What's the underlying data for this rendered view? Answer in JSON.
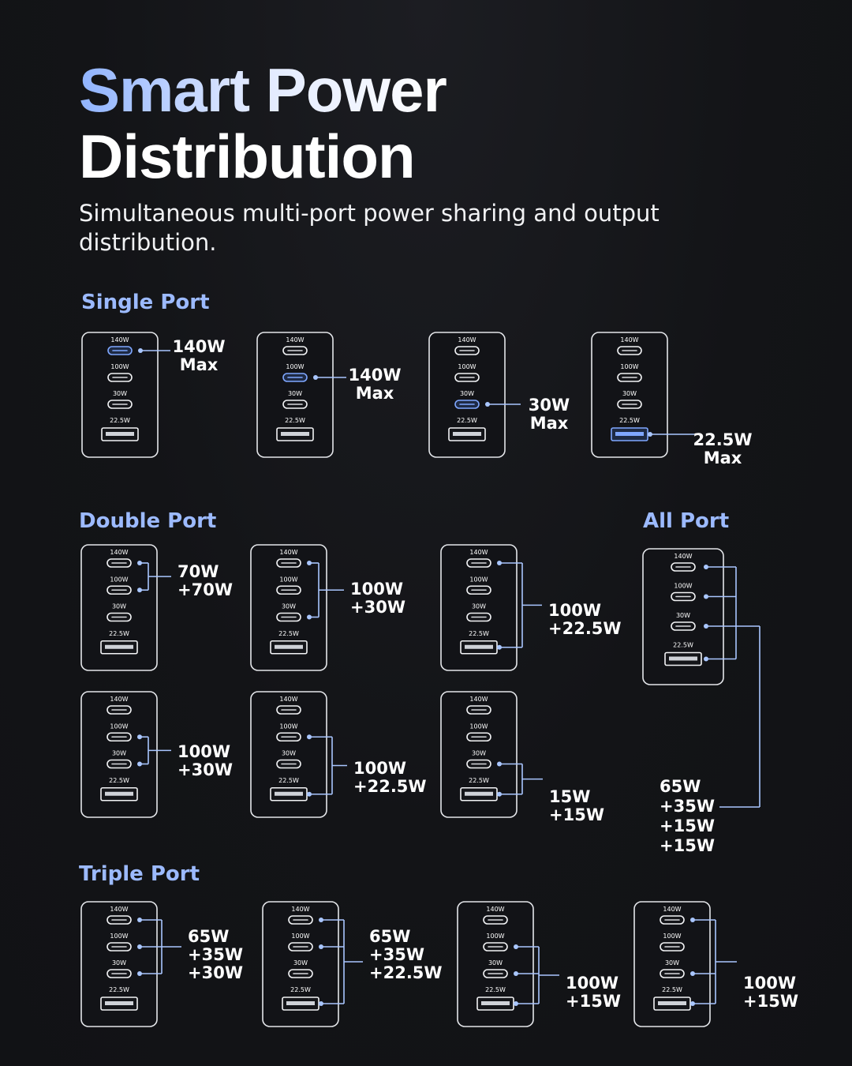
{
  "header": {
    "title_line1": "Smart Power",
    "title_line2": "Distribution",
    "subtitle": "Simultaneous multi-port power sharing and output distribution."
  },
  "sections": {
    "single": "Single Port",
    "double": "Double Port",
    "all": "All Port",
    "triple": "Triple Port"
  },
  "port_labels": [
    "140W",
    "100W",
    "30W",
    "22.5W"
  ],
  "colors": {
    "accent": "#9cbaff",
    "connector": "#a9c6ff",
    "card_border": "#e4e6ea",
    "port_active": "#7fa7ff"
  },
  "configurations": [
    {
      "group": "single",
      "active_ports": [
        0
      ],
      "output": [
        "140W",
        "Max"
      ]
    },
    {
      "group": "single",
      "active_ports": [
        1
      ],
      "output": [
        "140W",
        "Max"
      ]
    },
    {
      "group": "single",
      "active_ports": [
        2
      ],
      "output": [
        "30W",
        "Max"
      ]
    },
    {
      "group": "single",
      "active_ports": [
        3
      ],
      "output": [
        "22.5W",
        "Max"
      ]
    },
    {
      "group": "double",
      "active_ports": [
        0,
        1
      ],
      "output": [
        "70W",
        "+70W"
      ]
    },
    {
      "group": "double",
      "active_ports": [
        0,
        2
      ],
      "output": [
        "100W",
        "+30W"
      ]
    },
    {
      "group": "double",
      "active_ports": [
        0,
        3
      ],
      "output": [
        "100W",
        "+22.5W"
      ]
    },
    {
      "group": "double",
      "active_ports": [
        1,
        2
      ],
      "output": [
        "100W",
        "+30W"
      ]
    },
    {
      "group": "double",
      "active_ports": [
        1,
        3
      ],
      "output": [
        "100W",
        "+22.5W"
      ]
    },
    {
      "group": "double",
      "active_ports": [
        2,
        3
      ],
      "output": [
        "15W",
        "+15W"
      ]
    },
    {
      "group": "all",
      "active_ports": [
        0,
        1,
        2,
        3
      ],
      "output": [
        "65W",
        "+35W",
        "+15W",
        "+15W"
      ]
    },
    {
      "group": "triple",
      "active_ports": [
        0,
        1,
        2
      ],
      "output": [
        "65W",
        "+35W",
        "+30W"
      ]
    },
    {
      "group": "triple",
      "active_ports": [
        0,
        1,
        3
      ],
      "output": [
        "65W",
        "+35W",
        "+22.5W"
      ]
    },
    {
      "group": "triple",
      "active_ports": [
        1,
        2,
        3
      ],
      "output": [
        "100W",
        "+15W"
      ]
    },
    {
      "group": "triple",
      "active_ports": [
        0,
        2,
        3
      ],
      "output": [
        "100W",
        "+15W"
      ]
    }
  ]
}
